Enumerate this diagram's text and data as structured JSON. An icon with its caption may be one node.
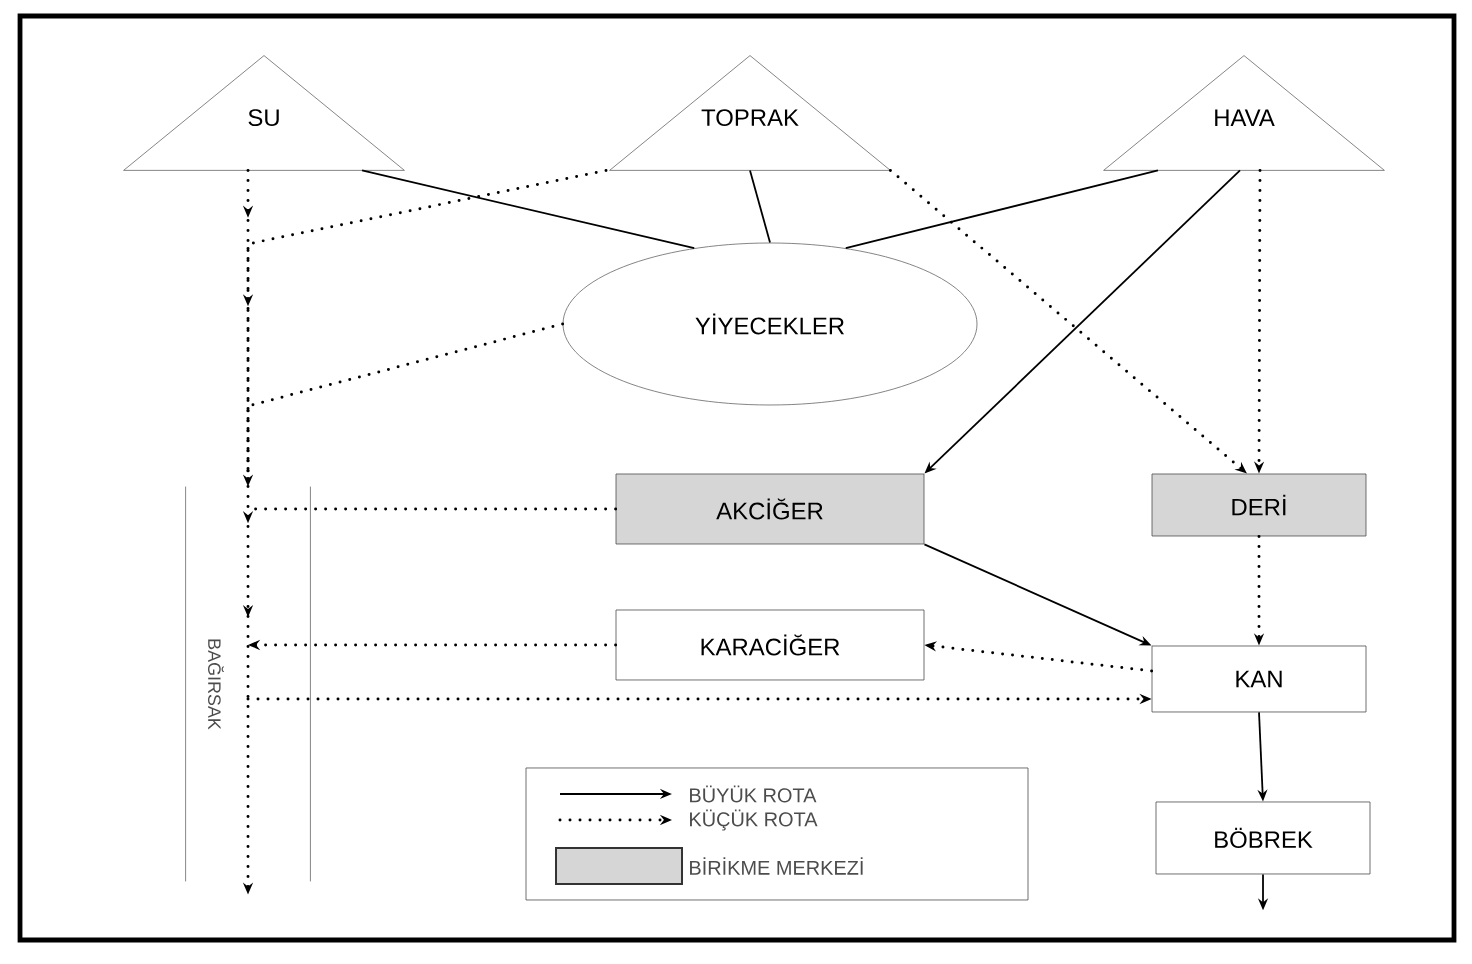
{
  "diagram": {
    "nodes": [
      {
        "text": [
          "SU"
        ]
      },
      {
        "text": [
          "TOPRAK"
        ]
      },
      {
        "text": [
          "HAVA"
        ]
      },
      {
        "text": [
          "YİYECEKLER"
        ]
      },
      {
        "text": [
          "AKCİĞER"
        ]
      },
      {
        "text": [
          "DERİ"
        ]
      },
      {
        "text": [
          "KARACİĞER"
        ]
      },
      {
        "text": [
          "KAN"
        ]
      },
      {
        "text": [
          "BÖBREK"
        ]
      },
      {
        "text": [
          "BAĞIRSAK"
        ]
      }
    ],
    "edges": [
      {
        "from": 0,
        "to": 3,
        "arrow": "none"
      },
      {
        "from": 1,
        "to": 3,
        "arrow": "none"
      },
      {
        "from": 2,
        "to": 3,
        "arrow": "none"
      },
      {
        "from": 2,
        "to": 4,
        "arrow": "to"
      },
      {
        "from": 2,
        "to": 5,
        "arrow": "to",
        "style": "dashed"
      },
      {
        "from": 1,
        "to": 5,
        "arrow": "to",
        "style": "dashed"
      },
      {
        "from": 0,
        "to": 9,
        "arrow": "to",
        "style": "dashed"
      },
      {
        "from": 9,
        "to": null,
        "arrow": "to",
        "style": "dashed"
      },
      {
        "from": 1,
        "to": 9,
        "arrow": "none",
        "style": "dashed"
      },
      {
        "from": 3,
        "to": 9,
        "arrow": "none",
        "style": "dashed"
      },
      {
        "from": 4,
        "to": 9,
        "arrow": "none",
        "style": "dashed"
      },
      {
        "from": 6,
        "to": 9,
        "arrow": "to",
        "style": "dashed"
      },
      {
        "from": 9,
        "to": 7,
        "arrow": "to",
        "style": "dashed"
      },
      {
        "from": 7,
        "to": 6,
        "arrow": "to",
        "style": "dashed"
      },
      {
        "from": 4,
        "to": 7,
        "arrow": "to"
      },
      {
        "from": 5,
        "to": 7,
        "arrow": "to",
        "style": "dashed"
      },
      {
        "from": 7,
        "to": 8,
        "arrow": "to"
      },
      {
        "from": 8,
        "to": null,
        "arrow": "to"
      }
    ],
    "legend": [
      {
        "text": "BÜYÜK ROTA"
      },
      {
        "text": "KÜÇÜK ROTA"
      },
      {
        "text": "BİRİKME MERKEZİ"
      }
    ]
  }
}
